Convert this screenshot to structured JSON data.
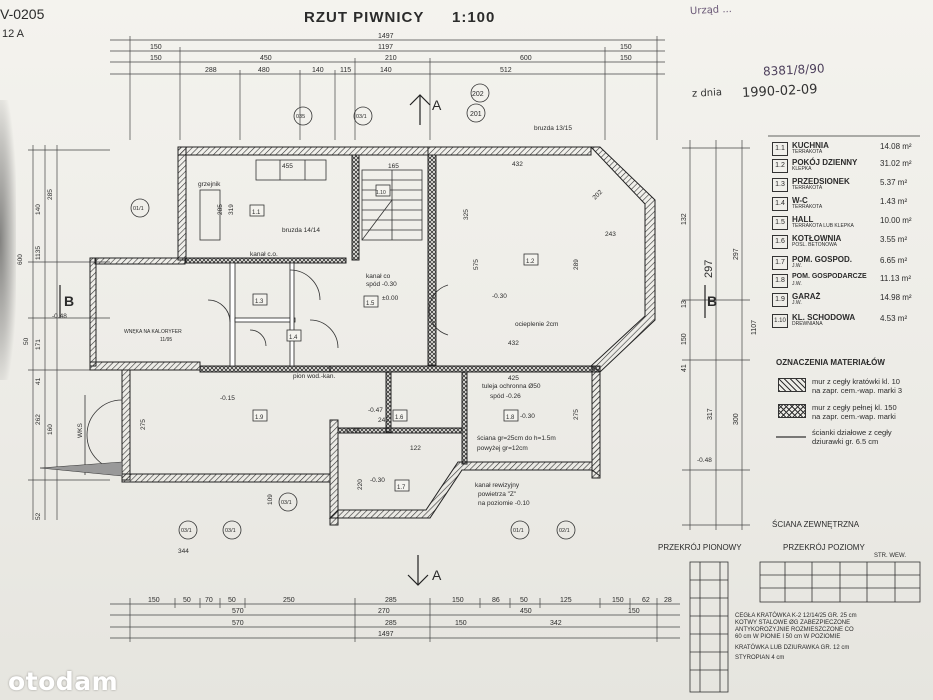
{
  "sheet": {
    "drawing_title": "RZUT PIWNICY",
    "scale": "1:100",
    "corner_code": "V-0205",
    "corner_sub": "12 A",
    "stamp_line1": "Urząd ...",
    "stamp_ref": "8381/8/90",
    "stamp_date_label": "z dnia",
    "stamp_date": "1990-02-09"
  },
  "rooms": [
    {
      "num": "1.1",
      "name": "KUCHNIA",
      "finish": "TERRAKOTA",
      "area": "14.08 m²"
    },
    {
      "num": "1.2",
      "name": "POKÓJ DZIENNY",
      "finish": "KLEPKA",
      "area": "31.02 m²"
    },
    {
      "num": "1.3",
      "name": "PRZEDSIONEK",
      "finish": "TERRAKOTA",
      "area": "5.37 m²"
    },
    {
      "num": "1.4",
      "name": "W-C",
      "finish": "TERRAKOTA",
      "area": "1.43 m²"
    },
    {
      "num": "1.5",
      "name": "HALL",
      "finish": "TERRAKOTA LUB KLEPKA",
      "area": "10.00 m²"
    },
    {
      "num": "1.6",
      "name": "KOTŁOWNIA",
      "finish": "POSL. BETONOWA",
      "area": "3.55 m²"
    },
    {
      "num": "1.7",
      "name": "POM. GOSPOD.",
      "finish": "J.W.",
      "area": "6.65 m²"
    },
    {
      "num": "1.8",
      "name": "POM. GOSPODARCZE",
      "finish": "J.W.",
      "area": "11.13 m²"
    },
    {
      "num": "1.9",
      "name": "GARAŻ",
      "finish": "J.W.",
      "area": "14.98 m²"
    },
    {
      "num": "1.10",
      "name": "KL. SCHODOWA",
      "finish": "DREWNIANA",
      "area": "4.53 m²"
    }
  ],
  "materials": {
    "heading": "OZNACZENIA MATERIAŁÓW",
    "items": [
      {
        "line1": "mur z cegły kratówki kl. 10",
        "line2": "na zapr. cem.-wap. marki 3"
      },
      {
        "line1": "mur z cegły pełnej kl. 150",
        "line2": "na zapr. cem.-wap. marki"
      },
      {
        "line1": "ścianki działowe z cegły",
        "line2": "dziurawki gr. 6.5 cm"
      }
    ]
  },
  "sections": {
    "wall_title": "ŚCIANA ZEWNĘTRZNA",
    "vertical": "PRZEKRÓJ PIONOWY",
    "horizontal": "PRZEKRÓJ POZIOMY",
    "inner_side": "STR. WEW.",
    "notes": [
      "CEGŁA KRATÓWKA K-2 12/14/25 GR. 25 cm",
      "KOTWY STALOWE ØG ZABEZPIECZONE",
      "ANTYKOROZYJNIE ROZMIESZCZONE CO",
      "60 cm W PIONIE I 50 cm W POZIOMIE",
      "KRATÓWKA LUB DZIURAWKA GR. 12 cm",
      "STYROPIAN 4 cm"
    ]
  },
  "annotations": {
    "bruzda_top": "bruzda 13/15",
    "bruzda_kitchen": "bruzda 14/14",
    "grzejnik": "grzejnik",
    "kanal_co": "kanał c.o.",
    "kanal_co2": "kanał co",
    "spod_030": "spód -0.30",
    "hall_level": "±0.00",
    "level_030": "-0.30",
    "ocieplenie": "ocieplenie 2cm",
    "wneka": "WNĘKA NA KALORYFER",
    "wneka_sub": "11/95",
    "pion_wod": "pion wod.-kan.",
    "tuleja": "tuleja ochronna Ø50",
    "tuleja_spod": "spód -0.26",
    "sciana": "ściana gr=25cm do h=1.5m",
    "sciana2": "powyżej gr=12cm",
    "kanal_rew1": "kanał rewizyjny",
    "kanal_rew2": "powietrza \"Z\"",
    "kanal_rew3": "na poziomie -0.10",
    "garage_level": "-0.15",
    "level_048": "-0.48",
    "level_048b": "-0.48",
    "level_030b": "-0.30",
    "level_030c": "-0.30",
    "level_030d": "-0.30",
    "level_047": "-0.47",
    "door_label": "WKS",
    "section_a": "A",
    "section_b": "B"
  },
  "dims": {
    "top_total": "1497",
    "top_row2": [
      "150",
      "1197",
      "150"
    ],
    "top_row3": [
      "150",
      "450",
      "210",
      "600",
      "150"
    ],
    "top_row4": [
      "288",
      "480",
      "140",
      "115",
      "140",
      "512"
    ],
    "bottom_row1": [
      "150",
      "50",
      "70",
      "50",
      "250",
      "285",
      "150",
      "86",
      "50",
      "125",
      "150",
      "62",
      "28"
    ],
    "bottom_row2": [
      "570",
      "270",
      "450",
      "150"
    ],
    "bottom_row3": [
      "570",
      "285",
      "150",
      "342"
    ],
    "bottom_total": "1497",
    "right": [
      "132",
      "297",
      "13",
      "150",
      "41",
      "317",
      "300",
      "297",
      "1107"
    ],
    "left": [
      "600",
      "140",
      "1135",
      "285",
      "171",
      "50",
      "41",
      "262",
      "160",
      "52"
    ],
    "room_dims": [
      "455",
      "285",
      "319",
      "165",
      "432",
      "575",
      "325",
      "289",
      "432",
      "243",
      "202",
      "425",
      "275",
      "220",
      "109",
      "344",
      "245",
      "122",
      "275"
    ]
  },
  "markers": [
    "035",
    "03/1",
    "01/1",
    "03/1",
    "03/1",
    "01/1",
    "02/1",
    "03/1",
    "202",
    "201"
  ]
}
